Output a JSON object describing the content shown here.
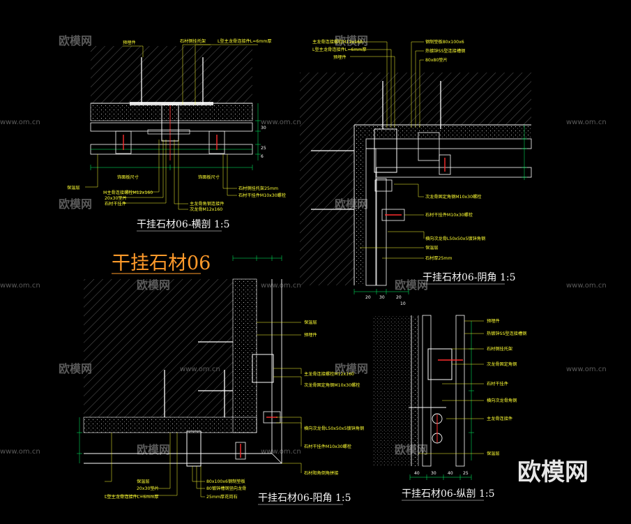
{
  "drawing": {
    "main_title": "干挂石材06",
    "views": {
      "horizontal": "干挂石材06-横剖 1:5",
      "inner_corner": "干挂石材06-阴角 1:5",
      "outer_corner": "干挂石材06-阳角 1:5",
      "vertical": "干挂石材06-纵剖 1:5"
    },
    "labels": {
      "h_top": [
        "预埋件",
        "石材侧挂托架",
        "L型主龙骨连接件L=6mm厚"
      ],
      "h_bottom": [
        "保温层",
        "M主骨连接螺栓M12x160",
        "20x30垫片",
        "石材干挂件",
        "主龙骨角钢连接件",
        "次龙骨M12x160",
        "石材侧挂托架25mm",
        "石材干挂件M10x30螺栓"
      ],
      "h_middle": [
        "饰面板尺寸",
        "饰面板尺寸"
      ],
      "i_top": [
        "主龙骨连接螺栓M12x160",
        "L型主龙骨连接件L=6mm厚",
        "预埋件",
        "钢制垫板80x100x6",
        "热镀锌SS型连接槽钢",
        "80x80垫片"
      ],
      "i_right": [
        "次龙骨固定角钢M10x30螺栓",
        "石材干挂件M10x30螺栓",
        "横向次龙骨L50x50x5镀锌角钢",
        "保温层",
        "石材厚25mm"
      ],
      "o_right": [
        "保温层",
        "预埋件",
        "主龙骨连接螺栓M12x160",
        "次龙骨固定角钢M10x30螺栓",
        "横向次龙骨L50x50x5镀锌角钢",
        "石材干挂件M10x30螺栓",
        "石材阳角倒角拼接"
      ],
      "o_bottom": [
        "保温层",
        "20x30垫片",
        "L型主龙骨连接件L=6mm厚",
        "80x100x6钢制垫板",
        "80镀锌槽钢竖向龙骨",
        "25mm厚花岗石"
      ],
      "v_right": [
        "预埋件",
        "热镀锌SS型连接槽钢",
        "石材侧挂托架",
        "次龙骨固定角钢",
        "石材干挂件",
        "横向次龙骨角钢",
        "主龙骨连接件",
        "保温层"
      ],
      "v_dims_bottom": [
        "40",
        "30",
        "40",
        "25"
      ],
      "dims_h": [
        "30",
        "25",
        "6"
      ],
      "dims_i": [
        "20",
        "30",
        "20",
        "10"
      ]
    }
  },
  "watermark": {
    "brand": "欧模网",
    "url": "www.om.cn",
    "logo": "欧模网"
  },
  "colors": {
    "background": "#000000",
    "annotation": "#ffff33",
    "dimension": "#00ff66",
    "line": "#ffffff",
    "hatch": "#8a8a8a",
    "anchor": "#ff2d2d",
    "title_accent": "#ff9a2a",
    "watermark": "#5a5a5a"
  }
}
